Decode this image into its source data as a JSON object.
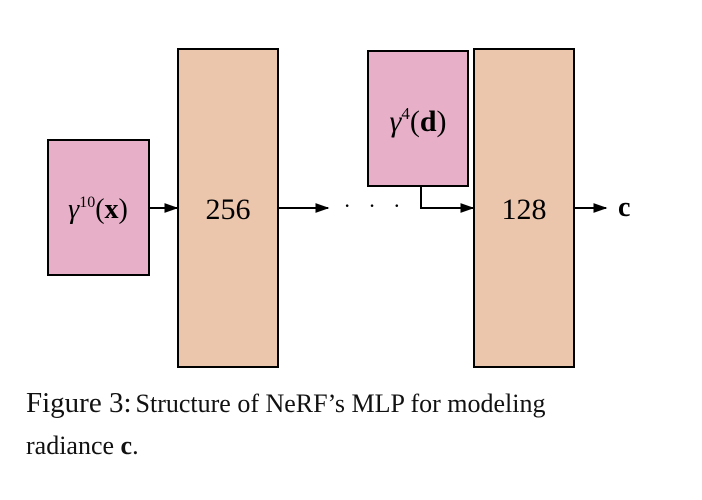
{
  "diagram": {
    "input_x": {
      "symbol": "γ",
      "superscript": "10",
      "argument": "x"
    },
    "layer_first": {
      "width_label": "256"
    },
    "ellipsis": "· · ·",
    "input_d": {
      "symbol": "γ",
      "superscript": "4",
      "argument": "d"
    },
    "layer_last": {
      "width_label": "128"
    },
    "output": "c",
    "colors": {
      "input_fill": "#e8b0c8",
      "layer_fill": "#ebc6ad",
      "stroke": "#000000"
    }
  },
  "caption": {
    "label": "Figure 3:",
    "text_line1": "Structure of NeRF’s MLP for modeling",
    "text_line2_pre": "radiance ",
    "text_bold": "c",
    "text_end": "."
  }
}
